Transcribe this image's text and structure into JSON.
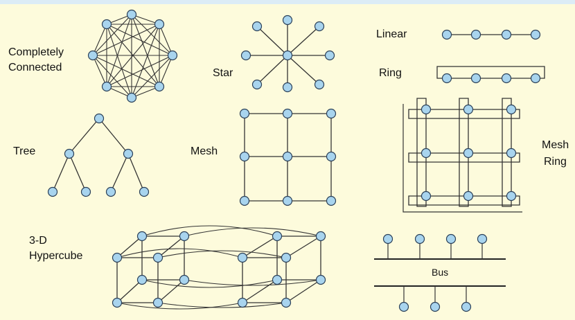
{
  "colors": {
    "background": "#fdfbdc",
    "top_band": "#dcecf6",
    "node_fill": "#a8d4ee",
    "node_stroke": "#2a3f57",
    "line": "#333333"
  },
  "labels": {
    "completely_connected_1": "Completely",
    "completely_connected_2": "Connected",
    "star": "Star",
    "linear": "Linear",
    "ring": "Ring",
    "tree": "Tree",
    "mesh": "Mesh",
    "mesh_ring_1": "Mesh",
    "mesh_ring_2": "Ring",
    "hypercube_1": "3-D",
    "hypercube_2": "Hypercube",
    "bus": "Bus"
  }
}
